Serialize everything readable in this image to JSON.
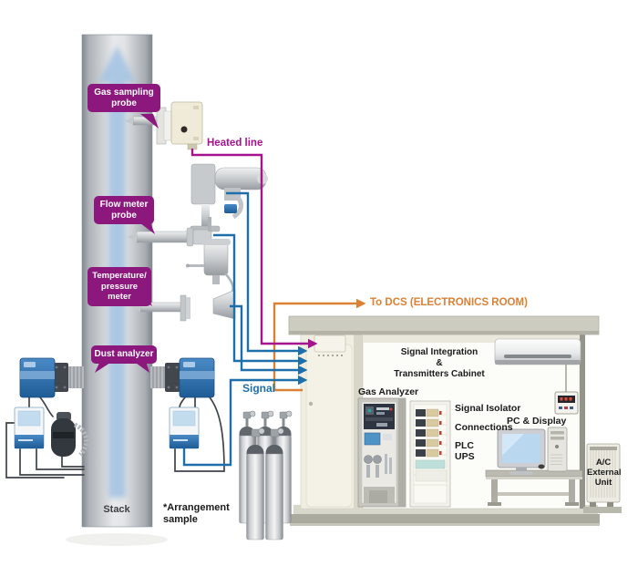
{
  "colors": {
    "label_purple": "#8C187E",
    "heated_line_purple": "#A6138E",
    "signal_blue": "#1E6FA9",
    "dcs_orange": "#DB8136",
    "analyzer_blue": "#2E74B5"
  },
  "stack": {
    "label": "Stack",
    "note": "*Arrangement\nsample"
  },
  "probe_labels": {
    "gas_sampling": "Gas sampling\nprobe",
    "flow_meter": "Flow meter\nprobe",
    "temperature_pressure": "Temperature/\npressure meter",
    "dust_analyzer": "Dust analyzer"
  },
  "lines": {
    "heated": "Heated line",
    "signal": "Signal",
    "to_dcs": "To DCS (ELECTRONICS ROOM)"
  },
  "room": {
    "signal_integration_cabinet": "Signal Integration\n&\nTransmitters Cabinet",
    "gas_analyzer": "Gas Analyzer",
    "signal_isolator": "Signal Isolator",
    "connections": "Connections",
    "pc_display": "PC & Display",
    "plc": "PLC",
    "ups": "UPS",
    "ac_external": "A/C\nExternal\nUnit"
  }
}
